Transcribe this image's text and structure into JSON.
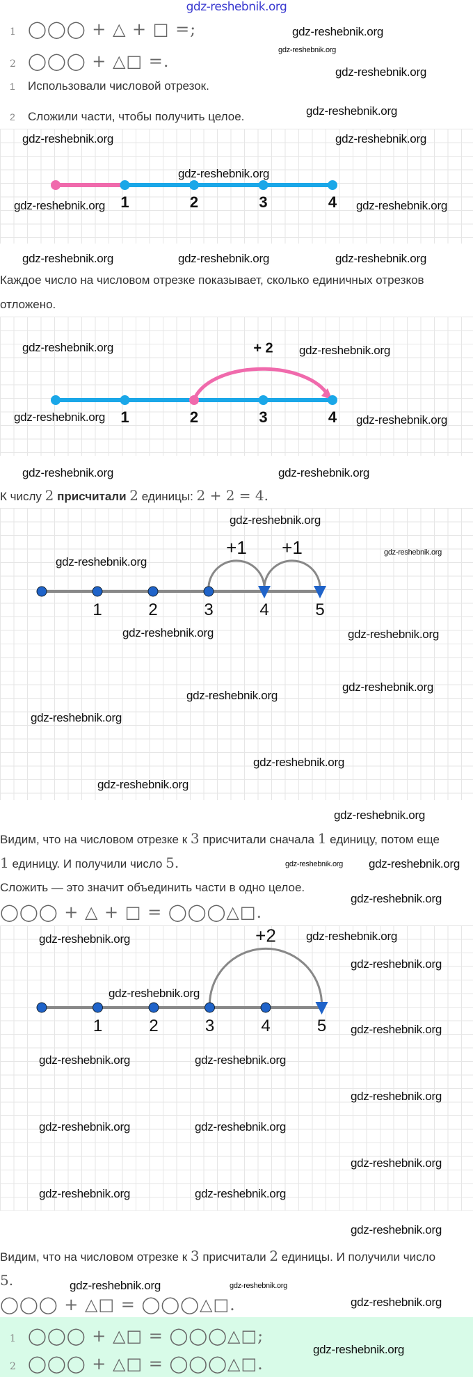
{
  "header": {
    "site": "gdz-reshebnik.org"
  },
  "watermark": "gdz-reshebnik.org",
  "options": [
    {
      "num": "1",
      "expr": "◯◯◯ + △ + □ =;"
    },
    {
      "num": "2",
      "expr": "◯◯◯ + △□ =."
    }
  ],
  "steps": [
    {
      "num": "1",
      "text": "Использовали числовой отрезок."
    },
    {
      "num": "2",
      "text": "Сложили части, чтобы получить целое."
    }
  ],
  "figures": [
    {
      "points": [
        0,
        1,
        2,
        3,
        4
      ],
      "labels": [
        "",
        "1",
        "2",
        "3",
        "4"
      ],
      "line_color": "#1aa7e8",
      "accent_color": "#f06aac",
      "accent_segment": [
        0,
        1
      ]
    },
    {
      "points": [
        0,
        1,
        2,
        3,
        4
      ],
      "labels": [
        "",
        "1",
        "2",
        "3",
        "4"
      ],
      "line_color": "#1aa7e8",
      "accent_color": "#f06aac",
      "accent_point": 2,
      "jumps": [
        {
          "from": 2,
          "to": 4,
          "label": "+ 2"
        }
      ]
    },
    {
      "points": [
        0,
        1,
        2,
        3,
        4,
        5
      ],
      "labels": [
        "",
        "1",
        "2",
        "3",
        "4",
        "5"
      ],
      "line_color": "#888888",
      "point_color": "#1f63c9",
      "jumps": [
        {
          "from": 3,
          "to": 4,
          "label": "+1"
        },
        {
          "from": 4,
          "to": 5,
          "label": "+1"
        }
      ]
    },
    {
      "points": [
        0,
        1,
        2,
        3,
        4,
        5
      ],
      "labels": [
        "",
        "1",
        "2",
        "3",
        "4",
        "5"
      ],
      "line_color": "#888888",
      "point_color": "#1f63c9",
      "jumps": [
        {
          "from": 3,
          "to": 5,
          "label": "+2"
        }
      ]
    }
  ],
  "texts": {
    "each_number_1": "Каждое число на числовом отрезке показывает, сколько единичных отрезков",
    "each_number_2": "отложено.",
    "added_pre": "К числу ",
    "added_n1": "2",
    "added_bold": " присчитали ",
    "added_n2": "2",
    "added_mid": " единицы: ",
    "added_expr": "2 + 2 = 4.",
    "seen1_a": "Видим, что на числовом отрезке к ",
    "seen1_n": "3",
    "seen1_b": " присчитали сначала ",
    "seen1_one": "1",
    "seen1_c": " единицу, потом еще",
    "seen1_line2_one": "1",
    "seen1_line2": " единицу. И получили число ",
    "seen1_five": "5.",
    "combine": "Сложить — это значит объединить части в одно целое.",
    "combine_expr": "◯◯◯ + △ + □ = ◯◯◯△□.",
    "seen2_a": "Видим, что на числовом отрезке к ",
    "seen2_n": "3",
    "seen2_b": " присчитали ",
    "seen2_two": "2",
    "seen2_c": " единицы. И получили число",
    "seen2_five": "5.",
    "final_expr": "◯◯◯ + △□ = ◯◯◯△□."
  },
  "answers": [
    {
      "num": "1",
      "expr": "◯◯◯ + △□ = ◯◯◯△□;"
    },
    {
      "num": "2",
      "expr": "◯◯◯ + △□ = ◯◯◯△□."
    }
  ]
}
